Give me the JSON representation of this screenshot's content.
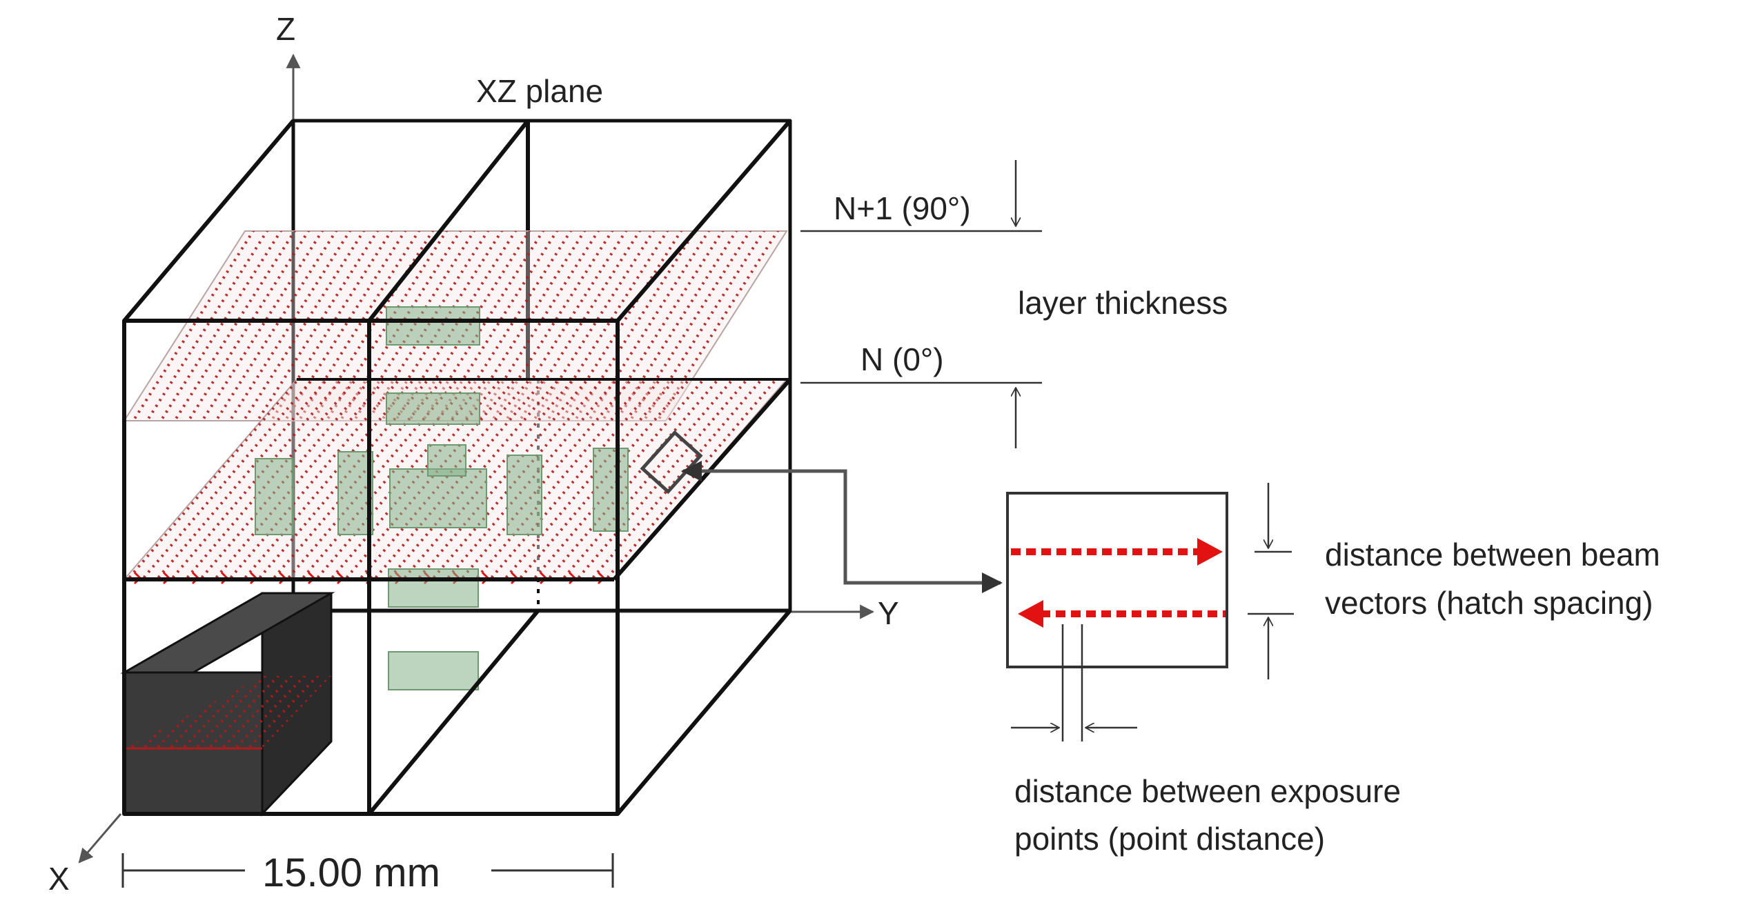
{
  "axes": {
    "z": "Z",
    "y": "Y",
    "x": "X"
  },
  "labels": {
    "plane": "XZ plane",
    "layer_upper": "N+1 (90°)",
    "layer_lower": "N (0°)",
    "layer_thickness": "layer thickness",
    "hatch_spacing_line1": "distance between beam",
    "hatch_spacing_line2": "vectors (hatch spacing)",
    "point_distance_line1": "distance between exposure",
    "point_distance_line2": "points (point distance)",
    "dimension": "15.00  mm"
  },
  "colors": {
    "scan_vector": "#e31212",
    "hatch_dots": "#b11a1a",
    "specimen": "#86b189",
    "dark_block": "#3a3a3a"
  }
}
